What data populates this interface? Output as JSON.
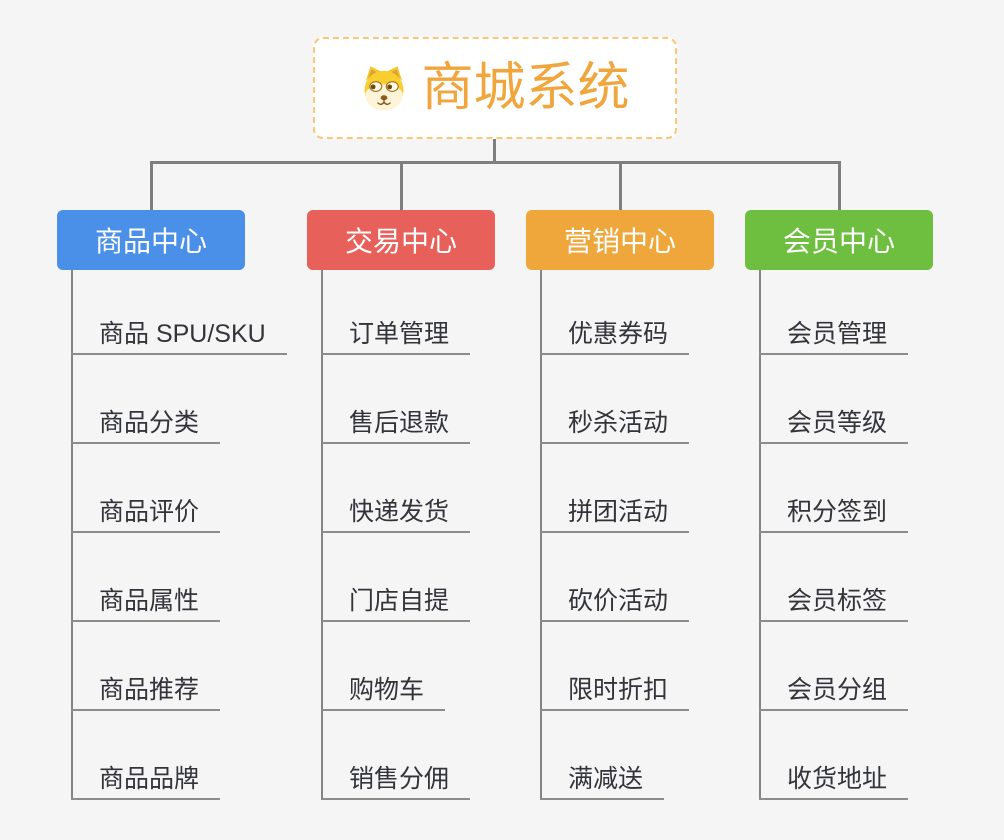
{
  "root": {
    "title": "商城系统",
    "title_color": "#f0a63c",
    "border_color": "#f7c878",
    "icon": "doge-face-icon"
  },
  "connector_color": "#7f7f7f",
  "branches": [
    {
      "label": "商品中心",
      "color": "#4a90e8",
      "children": [
        "商品 SPU/SKU",
        "商品分类",
        "商品评价",
        "商品属性",
        "商品推荐",
        "商品品牌"
      ]
    },
    {
      "label": "交易中心",
      "color": "#e8605a",
      "children": [
        "订单管理",
        "售后退款",
        "快递发货",
        "门店自提",
        "购物车",
        "销售分佣"
      ]
    },
    {
      "label": "营销中心",
      "color": "#efa63b",
      "children": [
        "优惠券码",
        "秒杀活动",
        "拼团活动",
        "砍价活动",
        "限时折扣",
        "满减送"
      ]
    },
    {
      "label": "会员中心",
      "color": "#6ebe3f",
      "children": [
        "会员管理",
        "会员等级",
        "积分签到",
        "会员标签",
        "会员分组",
        "收货地址"
      ]
    }
  ]
}
